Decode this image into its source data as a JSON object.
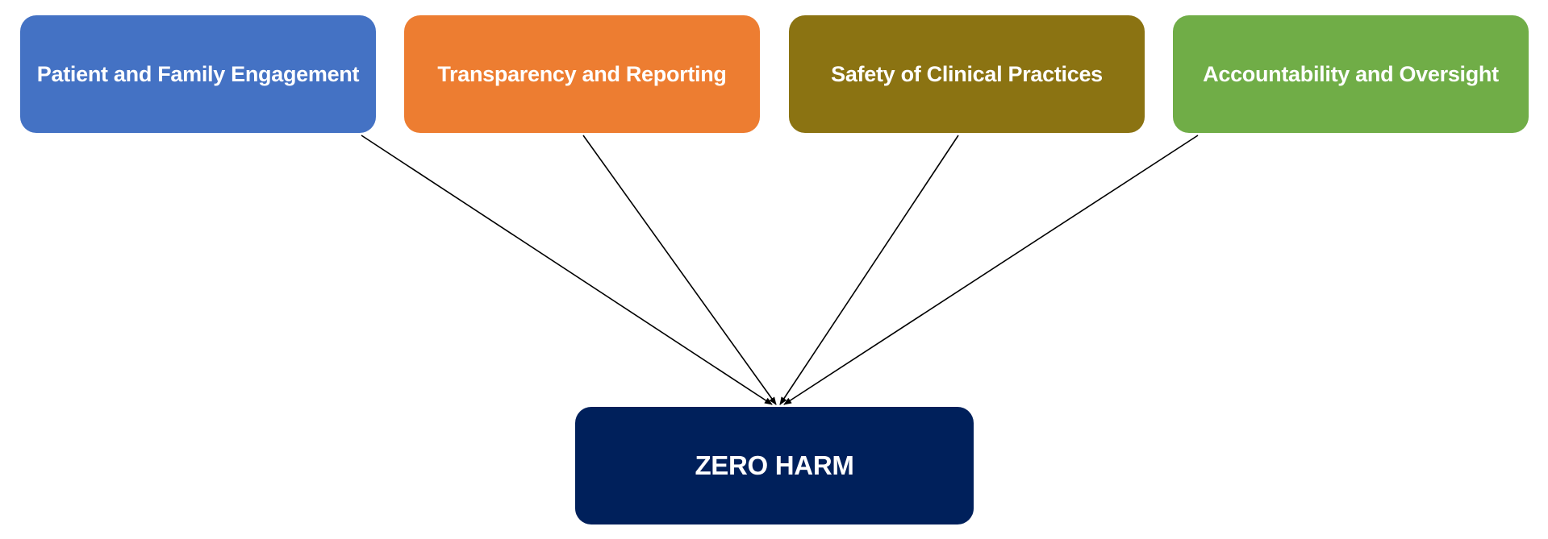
{
  "diagram": {
    "pillars": [
      {
        "label": "Patient and Family Engagement",
        "color": "#4472C4"
      },
      {
        "label": "Transparency and Reporting",
        "color": "#ED7D31"
      },
      {
        "label": "Safety of Clinical Practices",
        "color": "#8B7312"
      },
      {
        "label": "Accountability and Oversight",
        "color": "#70AD47"
      }
    ],
    "goal": {
      "label": "ZERO HARM",
      "color": "#00205B"
    },
    "edges": [
      {
        "from": 0,
        "to": "goal"
      },
      {
        "from": 1,
        "to": "goal"
      },
      {
        "from": 2,
        "to": "goal"
      },
      {
        "from": 3,
        "to": "goal"
      }
    ]
  }
}
